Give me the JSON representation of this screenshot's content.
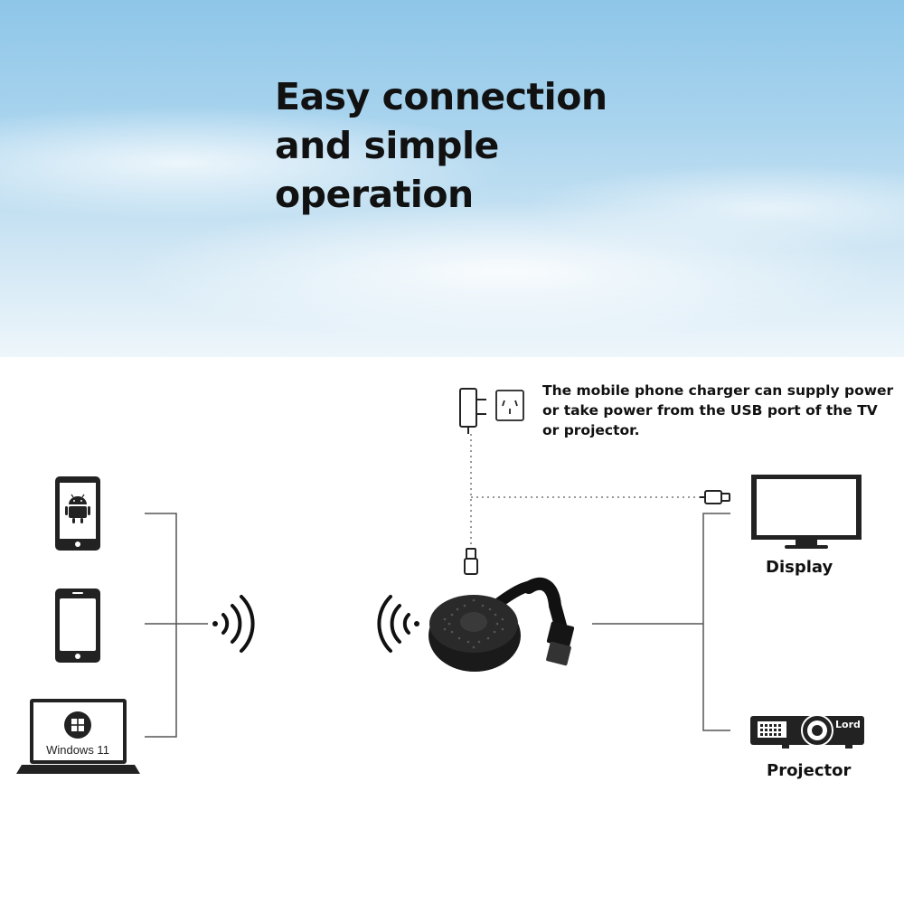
{
  "headline": {
    "lines": [
      "Easy connection",
      "and simple",
      "operation"
    ]
  },
  "power_note": {
    "lines": [
      "The mobile phone charger can supply power",
      "or take power from the USB port of the TV",
      "or projector."
    ]
  },
  "devices": {
    "laptop_label": "Windows 11",
    "display_label": "Display",
    "projector_label": "Projector",
    "projector_brand": "Lord"
  }
}
